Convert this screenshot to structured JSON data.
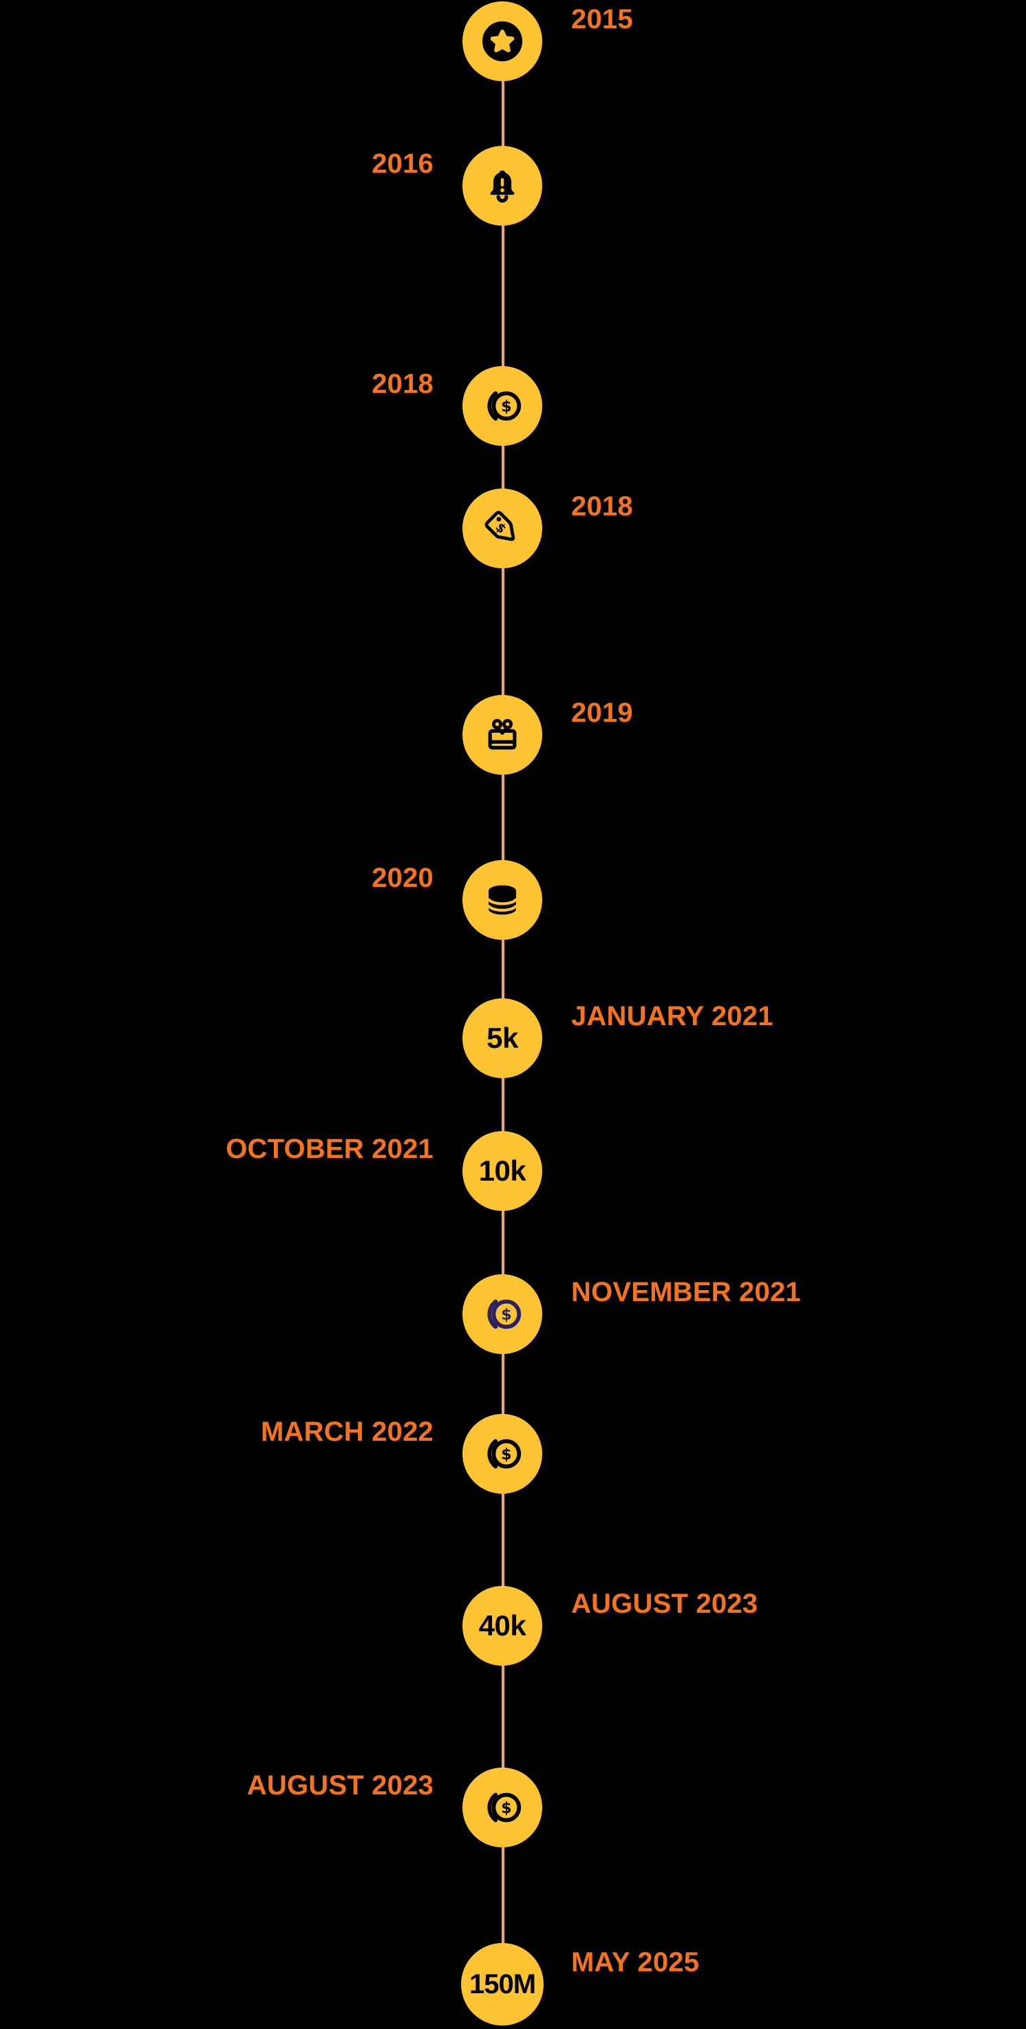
{
  "timeline": {
    "colors": {
      "background": "#000000",
      "line": "#EDA678",
      "node_fill": "#FCC433",
      "label_text": "#F4731F",
      "icon_dark": "#000000",
      "icon_purple": "#2B2060",
      "marker_text": "#000000"
    },
    "milestones": [
      {
        "label": "2015",
        "side": "right",
        "marker_icon": "star-circle-icon"
      },
      {
        "label": "2016",
        "side": "left",
        "marker_icon": "alert-bell-icon"
      },
      {
        "label": "2018",
        "side": "left",
        "marker_icon": "coin-dollar-icon"
      },
      {
        "label": "2018",
        "side": "right",
        "marker_icon": "price-tag-icon"
      },
      {
        "label": "2019",
        "side": "right",
        "marker_icon": "gift-icon"
      },
      {
        "label": "2020",
        "side": "left",
        "marker_icon": "database-icon"
      },
      {
        "label": "JANUARY 2021",
        "side": "right",
        "marker_text": "5k"
      },
      {
        "label": "OCTOBER 2021",
        "side": "left",
        "marker_text": "10k"
      },
      {
        "label": "NOVEMBER 2021",
        "side": "right",
        "marker_icon": "coin-dollar-icon",
        "icon_color": "#2B2060"
      },
      {
        "label": "MARCH 2022",
        "side": "left",
        "marker_icon": "coin-dollar-icon"
      },
      {
        "label": "AUGUST 2023",
        "side": "right",
        "marker_text": "40k"
      },
      {
        "label": "AUGUST 2023",
        "side": "left",
        "marker_icon": "coin-dollar-icon"
      },
      {
        "label": "MAY 2025",
        "side": "right",
        "marker_text": "150M"
      }
    ]
  }
}
